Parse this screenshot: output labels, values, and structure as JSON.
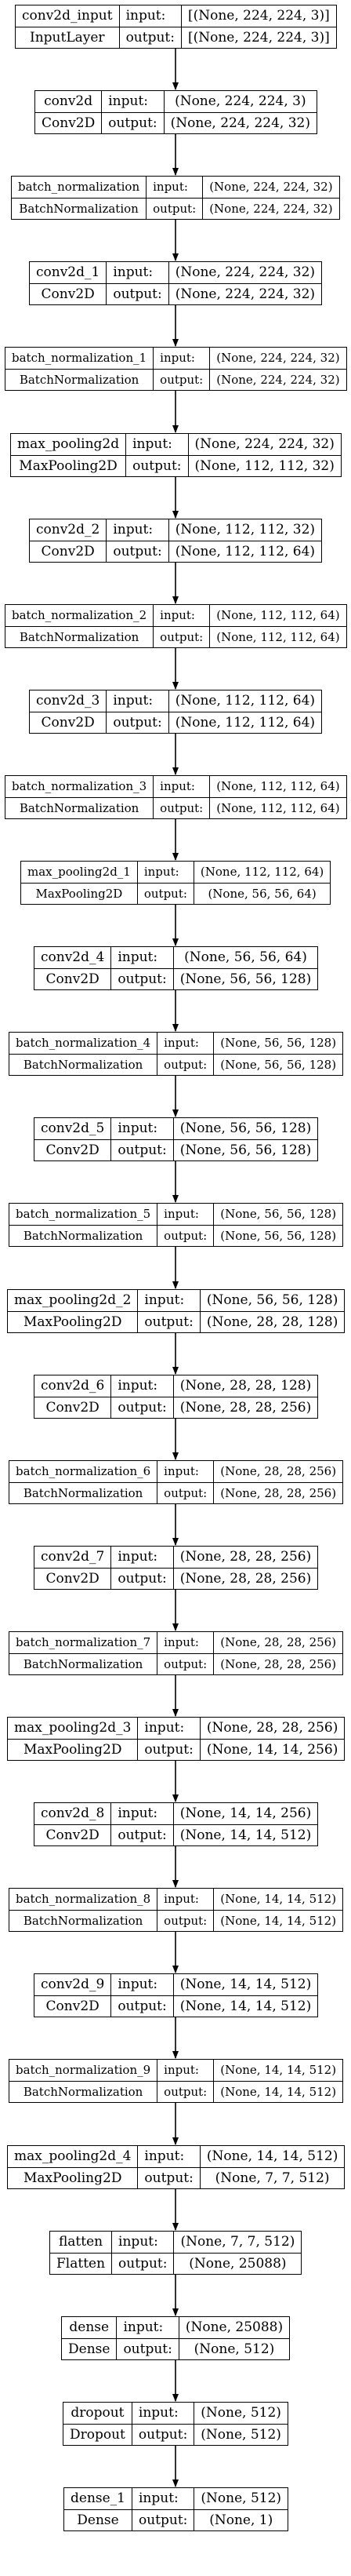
{
  "labels": {
    "input": "input:",
    "output": "output:"
  },
  "layers": [
    {
      "name": "conv2d_input",
      "type": "InputLayer",
      "input": "[(None, 224, 224, 3)]",
      "output": "[(None, 224, 224, 3)]"
    },
    {
      "name": "conv2d",
      "type": "Conv2D",
      "input": "(None, 224, 224, 3)",
      "output": "(None, 224, 224, 32)"
    },
    {
      "name": "batch_normalization",
      "type": "BatchNormalization",
      "input": "(None, 224, 224, 32)",
      "output": "(None, 224, 224, 32)"
    },
    {
      "name": "conv2d_1",
      "type": "Conv2D",
      "input": "(None, 224, 224, 32)",
      "output": "(None, 224, 224, 32)"
    },
    {
      "name": "batch_normalization_1",
      "type": "BatchNormalization",
      "input": "(None, 224, 224, 32)",
      "output": "(None, 224, 224, 32)"
    },
    {
      "name": "max_pooling2d",
      "type": "MaxPooling2D",
      "input": "(None, 224, 224, 32)",
      "output": "(None, 112, 112, 32)"
    },
    {
      "name": "conv2d_2",
      "type": "Conv2D",
      "input": "(None, 112, 112, 32)",
      "output": "(None, 112, 112, 64)"
    },
    {
      "name": "batch_normalization_2",
      "type": "BatchNormalization",
      "input": "(None, 112, 112, 64)",
      "output": "(None, 112, 112, 64)"
    },
    {
      "name": "conv2d_3",
      "type": "Conv2D",
      "input": "(None, 112, 112, 64)",
      "output": "(None, 112, 112, 64)"
    },
    {
      "name": "batch_normalization_3",
      "type": "BatchNormalization",
      "input": "(None, 112, 112, 64)",
      "output": "(None, 112, 112, 64)"
    },
    {
      "name": "max_pooling2d_1",
      "type": "MaxPooling2D",
      "input": "(None, 112, 112, 64)",
      "output": "(None, 56, 56, 64)"
    },
    {
      "name": "conv2d_4",
      "type": "Conv2D",
      "input": "(None, 56, 56, 64)",
      "output": "(None, 56, 56, 128)"
    },
    {
      "name": "batch_normalization_4",
      "type": "BatchNormalization",
      "input": "(None, 56, 56, 128)",
      "output": "(None, 56, 56, 128)"
    },
    {
      "name": "conv2d_5",
      "type": "Conv2D",
      "input": "(None, 56, 56, 128)",
      "output": "(None, 56, 56, 128)"
    },
    {
      "name": "batch_normalization_5",
      "type": "BatchNormalization",
      "input": "(None, 56, 56, 128)",
      "output": "(None, 56, 56, 128)"
    },
    {
      "name": "max_pooling2d_2",
      "type": "MaxPooling2D",
      "input": "(None, 56, 56, 128)",
      "output": "(None, 28, 28, 128)"
    },
    {
      "name": "conv2d_6",
      "type": "Conv2D",
      "input": "(None, 28, 28, 128)",
      "output": "(None, 28, 28, 256)"
    },
    {
      "name": "batch_normalization_6",
      "type": "BatchNormalization",
      "input": "(None, 28, 28, 256)",
      "output": "(None, 28, 28, 256)"
    },
    {
      "name": "conv2d_7",
      "type": "Conv2D",
      "input": "(None, 28, 28, 256)",
      "output": "(None, 28, 28, 256)"
    },
    {
      "name": "batch_normalization_7",
      "type": "BatchNormalization",
      "input": "(None, 28, 28, 256)",
      "output": "(None, 28, 28, 256)"
    },
    {
      "name": "max_pooling2d_3",
      "type": "MaxPooling2D",
      "input": "(None, 28, 28, 256)",
      "output": "(None, 14, 14, 256)"
    },
    {
      "name": "conv2d_8",
      "type": "Conv2D",
      "input": "(None, 14, 14, 256)",
      "output": "(None, 14, 14, 512)"
    },
    {
      "name": "batch_normalization_8",
      "type": "BatchNormalization",
      "input": "(None, 14, 14, 512)",
      "output": "(None, 14, 14, 512)"
    },
    {
      "name": "conv2d_9",
      "type": "Conv2D",
      "input": "(None, 14, 14, 512)",
      "output": "(None, 14, 14, 512)"
    },
    {
      "name": "batch_normalization_9",
      "type": "BatchNormalization",
      "input": "(None, 14, 14, 512)",
      "output": "(None, 14, 14, 512)"
    },
    {
      "name": "max_pooling2d_4",
      "type": "MaxPooling2D",
      "input": "(None, 14, 14, 512)",
      "output": "(None, 7, 7, 512)"
    },
    {
      "name": "flatten",
      "type": "Flatten",
      "input": "(None, 7, 7, 512)",
      "output": "(None, 25088)"
    },
    {
      "name": "dense",
      "type": "Dense",
      "input": "(None, 25088)",
      "output": "(None, 512)"
    },
    {
      "name": "dropout",
      "type": "Dropout",
      "input": "(None, 512)",
      "output": "(None, 512)"
    },
    {
      "name": "dense_1",
      "type": "Dense",
      "input": "(None, 512)",
      "output": "(None, 1)"
    }
  ]
}
